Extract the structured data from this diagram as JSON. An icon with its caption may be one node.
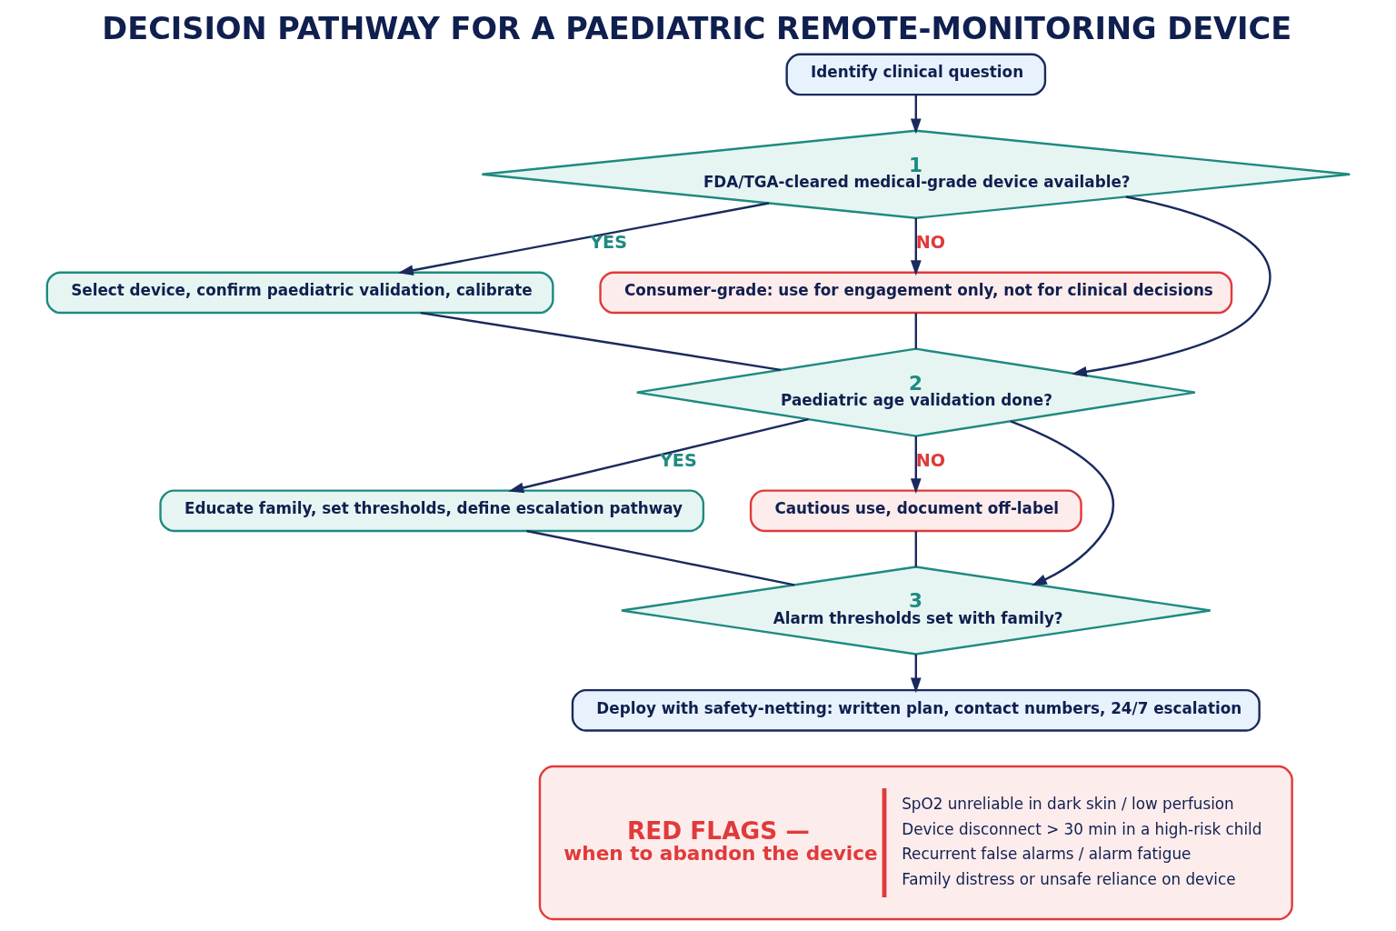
{
  "diagram": {
    "title": "DECISION PATHWAY FOR A PAEDIATRIC REMOTE-MONITORING DEVICE",
    "nodes": [
      {
        "text": [
          "Identify clinical question"
        ]
      },
      {
        "text": [
          "1",
          "FDA/TGA-cleared medical-grade device available?"
        ]
      },
      {
        "text": [
          "Select device, confirm paediatric validation, calibrate"
        ]
      },
      {
        "text": [
          "Consumer-grade: use for engagement only, not for clinical decisions"
        ]
      },
      {
        "text": [
          "2",
          "Paediatric age validation done?"
        ]
      },
      {
        "text": [
          "Educate family, set thresholds, define escalation pathway"
        ]
      },
      {
        "text": [
          "Cautious use, document off-label"
        ]
      },
      {
        "text": [
          "3",
          "Alarm thresholds set with family?"
        ]
      },
      {
        "text": [
          "Deploy with safety-netting: written plan, contact numbers, 24/7 escalation"
        ]
      },
      {
        "text": [
          "RED FLAGS —",
          "when to abandon the device",
          "SpO2 unreliable in dark skin / low perfusion",
          "Device disconnect > 30 min in a high-risk child",
          "Recurrent false alarms / alarm fatigue",
          "Family distress or unsafe reliance on device"
        ]
      }
    ],
    "edges": [
      {
        "from": 0,
        "to": 1,
        "arrow": "to"
      },
      {
        "from": 1,
        "to": 2,
        "arrow": "to",
        "label": "YES"
      },
      {
        "from": 1,
        "to": 3,
        "arrow": "to",
        "label": "NO"
      },
      {
        "from": 1,
        "to": 4,
        "arrow": "to"
      },
      {
        "from": 2,
        "to": 4,
        "arrow": "none"
      },
      {
        "from": 3,
        "to": 4,
        "arrow": "none"
      },
      {
        "from": 4,
        "to": 5,
        "arrow": "to",
        "label": "YES"
      },
      {
        "from": 4,
        "to": 6,
        "arrow": "to",
        "label": "NO"
      },
      {
        "from": 4,
        "to": 7,
        "arrow": "to"
      },
      {
        "from": 5,
        "to": 7,
        "arrow": "none"
      },
      {
        "from": 6,
        "to": 7,
        "arrow": "none"
      },
      {
        "from": 7,
        "to": 8,
        "arrow": "to"
      }
    ]
  }
}
